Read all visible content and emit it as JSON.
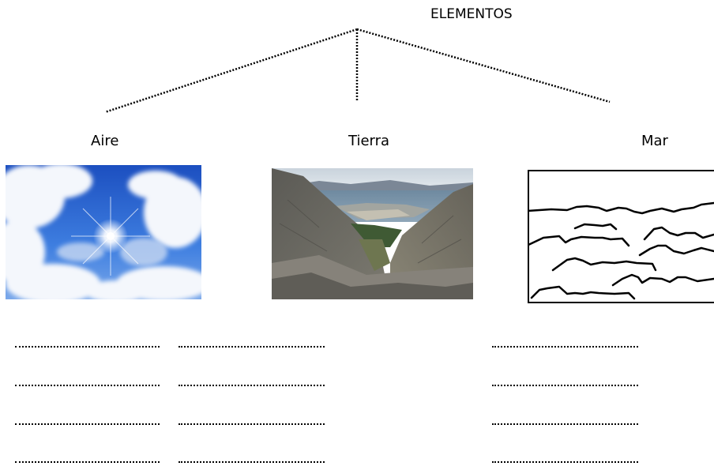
{
  "title": "ELEMENTOS",
  "columns": [
    {
      "label": "Aire",
      "image": "sky-with-sun"
    },
    {
      "label": "Tierra",
      "image": "mountain-valley"
    },
    {
      "label": "Mar",
      "image": "hand-drawn-waves"
    }
  ],
  "answer_lines": {
    "rows": 4,
    "groups_per_row": 3
  }
}
